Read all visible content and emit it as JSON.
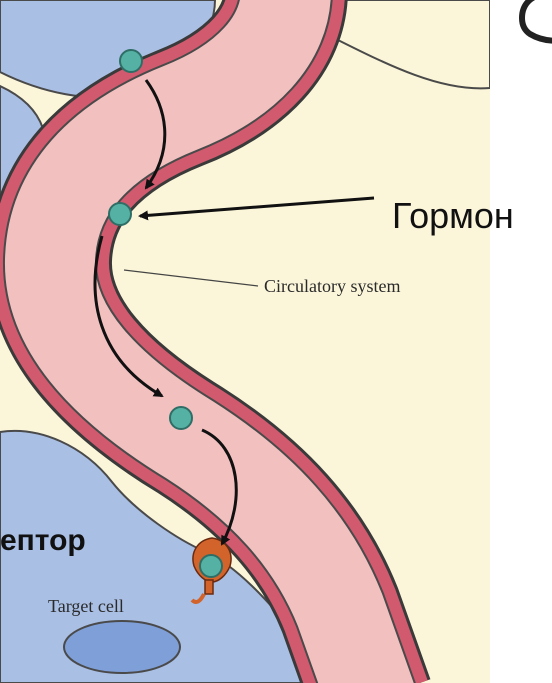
{
  "labels": {
    "hormone": "Гормон",
    "circulatory_system": "Circulatory system",
    "receptor_fragment": "ептор",
    "target_cell": "Target cell"
  },
  "colors": {
    "background": "#fbf6d9",
    "cell_fill": "#a9bfe4",
    "nucleus_fill": "#7f9fd8",
    "vessel_wall": "#d25a6e",
    "vessel_lumen": "#f3c0c0",
    "hormone_fill": "#55b1a3",
    "receptor_fill": "#d2632a"
  },
  "icons": {
    "hormone_molecule": "hormone-molecule-icon",
    "receptor": "receptor-icon",
    "movement_arrow": "arrow-icon"
  }
}
